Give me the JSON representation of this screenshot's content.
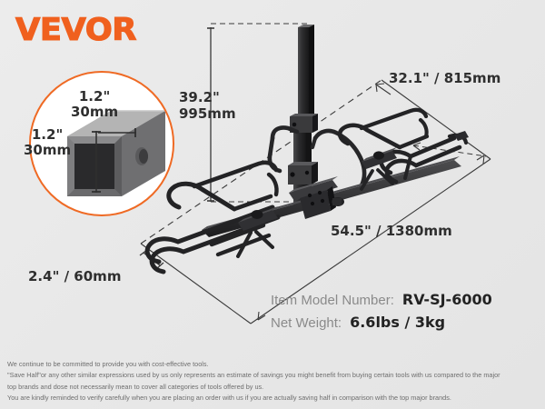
{
  "brand": {
    "logo_text": "VEVOR",
    "logo_color": "#f0601e"
  },
  "inset": {
    "name": "hitch-receiver-tube-detail",
    "top_label": "1.2\"\n30mm",
    "top_label_line1": "1.2\"",
    "top_label_line2": "30mm",
    "side_label_line1": "1.2\"",
    "side_label_line2": "30mm",
    "ring_color": "#ef6a24"
  },
  "dimensions": {
    "height_line1": "39.2\"",
    "height_line2": "995mm",
    "depth": "32.1\" / 815mm",
    "width": "54.5\" / 1380mm",
    "tray": "2.4\" / 60mm"
  },
  "specs": {
    "model_label": "Item Model Number:",
    "model_value": "RV-SJ-6000",
    "weight_label": "Net Weight:",
    "weight_value": "6.6lbs / 3kg"
  },
  "disclaimer": {
    "line1": "We continue to be committed to provide you with cost-effective tools.",
    "line2": "\"Save Half\"or any other similar expressions used by us only represents an estimate of savings you might benefit from buying certain tools with us compared to the major",
    "line3": "top brands and dose not necessarily mean to cover all categories of tools offered by us.",
    "line4": "You are kindly reminded to verify carefully when you are placing an order with us if you are actually saving half in comparison with the top major brands."
  },
  "product": {
    "type": "hitch-mounted platform bike rack",
    "color": "#2b2b2d"
  }
}
